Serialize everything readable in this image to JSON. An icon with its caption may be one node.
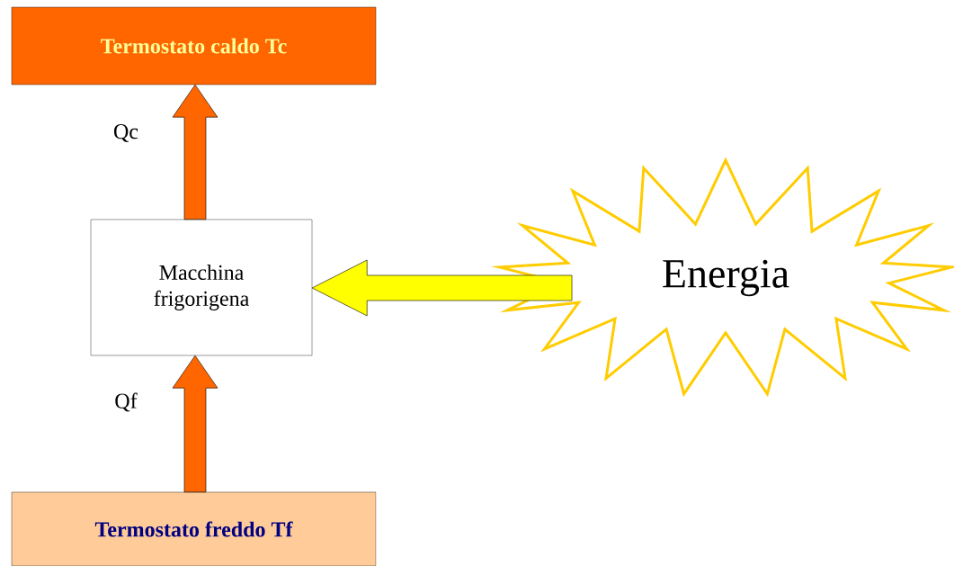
{
  "diagram": {
    "nodes": [
      {
        "text": [
          "Termostato caldo   Tc"
        ]
      },
      {
        "text": [
          "Macchina frigorigena"
        ]
      },
      {
        "text": [
          "Energia"
        ]
      },
      {
        "text": [
          "Termostato freddo  Tf"
        ]
      }
    ],
    "edges": [
      {
        "from": 1,
        "to": 0,
        "arrow": "to",
        "label": "Qc"
      },
      {
        "from": 3,
        "to": 1,
        "arrow": "to",
        "label": "Qf"
      },
      {
        "from": 2,
        "to": 1,
        "arrow": "to",
        "color": "#ffff00"
      }
    ]
  }
}
